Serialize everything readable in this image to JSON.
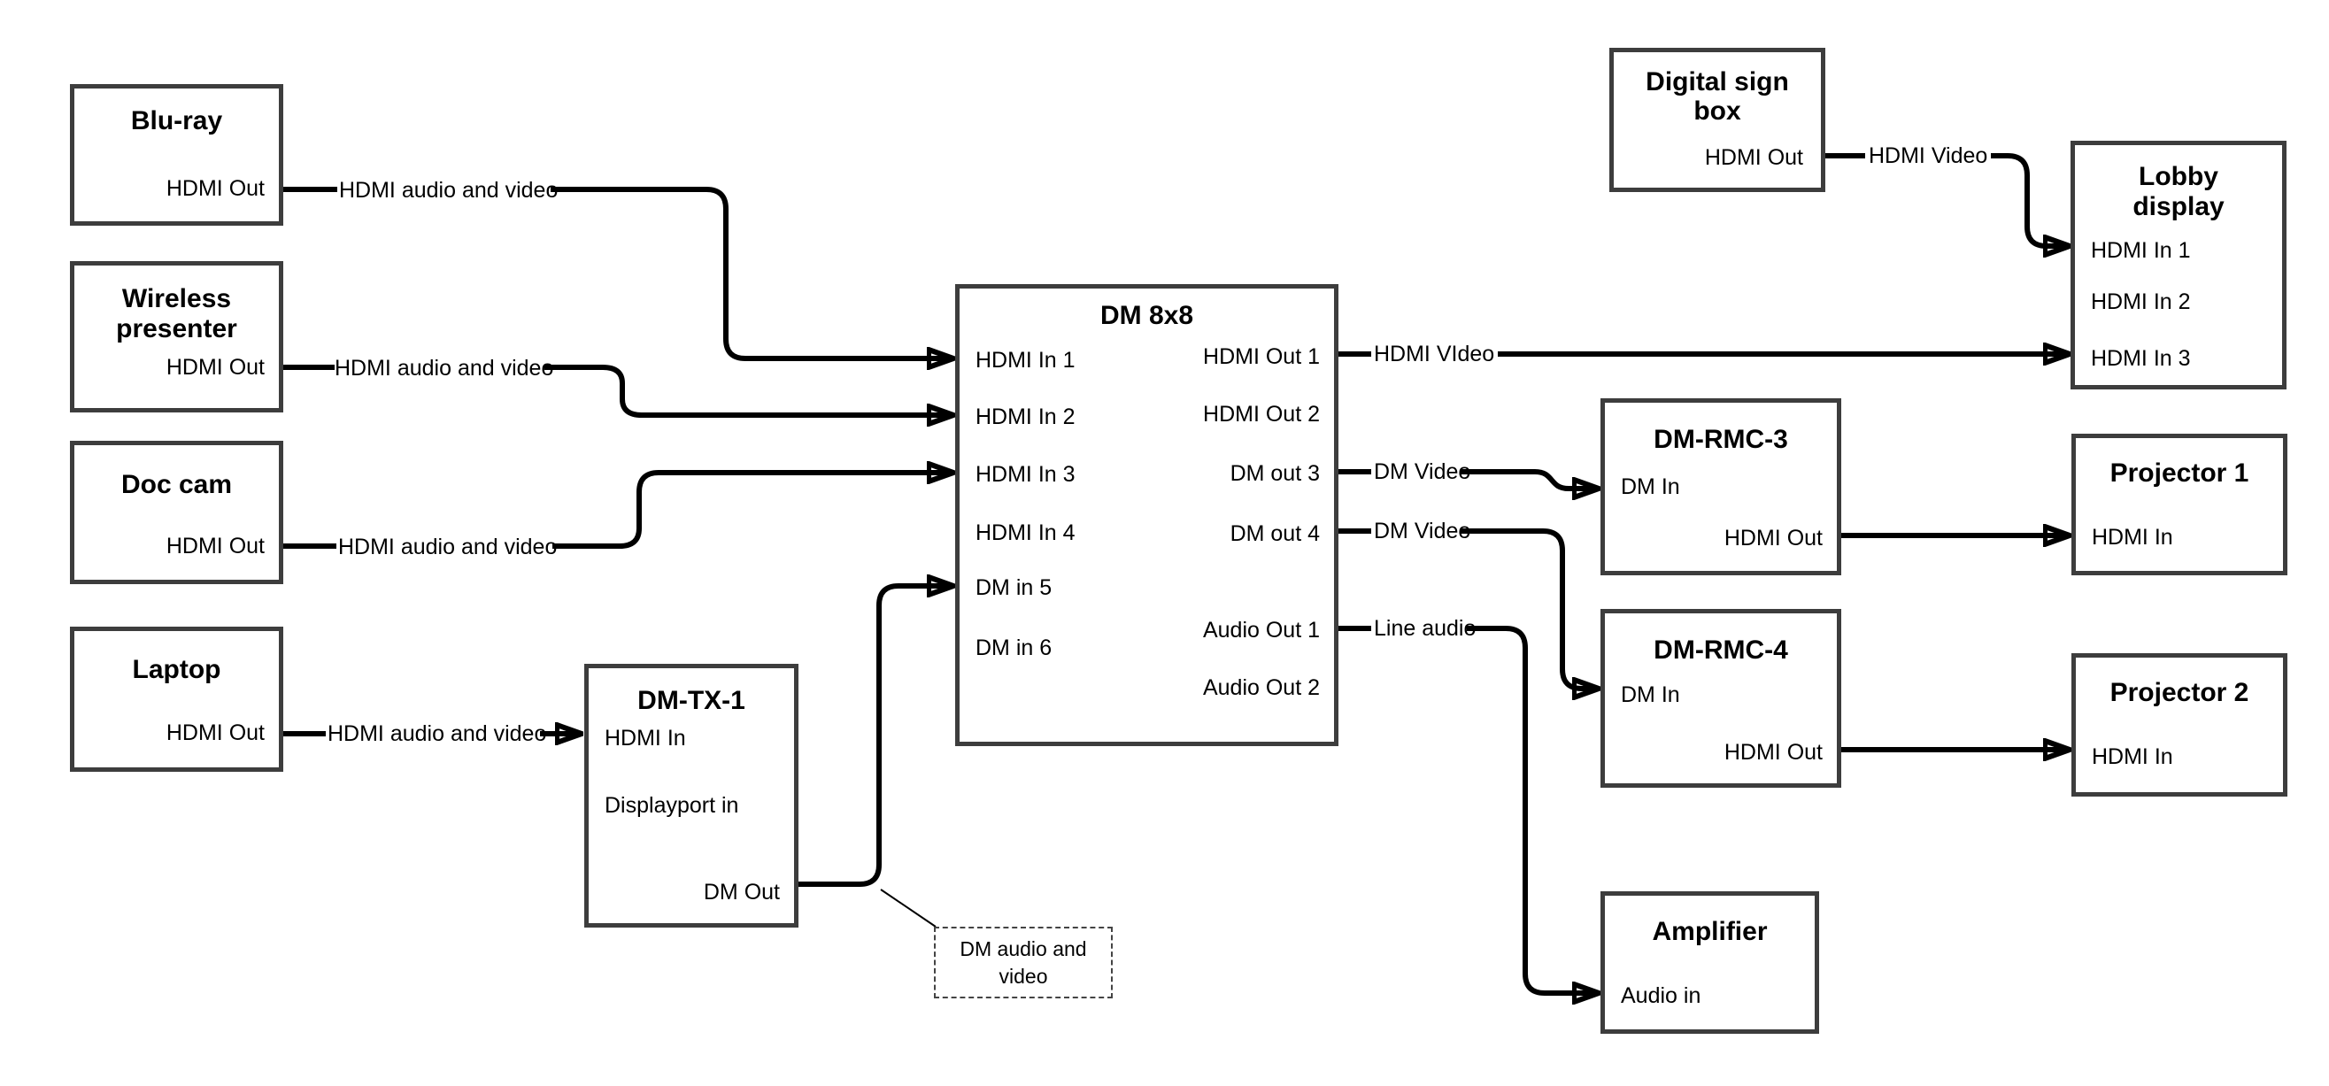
{
  "nodes": {
    "bluray": {
      "title": "Blu-ray",
      "port_hdmi_out": "HDMI Out"
    },
    "wireless": {
      "title": "Wireless\npresenter",
      "port_hdmi_out": "HDMI Out"
    },
    "doccam": {
      "title": "Doc cam",
      "port_hdmi_out": "HDMI Out"
    },
    "laptop": {
      "title": "Laptop",
      "port_hdmi_out": "HDMI Out"
    },
    "dmtx1": {
      "title": "DM-TX-1",
      "port_hdmi_in": "HDMI In",
      "port_dp_in": "Displayport in",
      "port_dm_out": "DM Out"
    },
    "dm8x8": {
      "title": "DM 8x8",
      "inputs": [
        "HDMI In 1",
        "HDMI In 2",
        "HDMI In 3",
        "HDMI In 4",
        "DM in 5",
        "DM in 6"
      ],
      "outputs": [
        "HDMI Out 1",
        "HDMI Out 2",
        "DM out 3",
        "DM out 4",
        "Audio Out 1",
        "Audio Out 2"
      ]
    },
    "digisign": {
      "title": "Digital sign\nbox",
      "port_hdmi_out": "HDMI Out"
    },
    "lobby": {
      "title": "Lobby\ndisplay",
      "inputs": [
        "HDMI In 1",
        "HDMI In 2",
        "HDMI In 3"
      ]
    },
    "dmrmc3": {
      "title": "DM-RMC-3",
      "port_dm_in": "DM In",
      "port_hdmi_out": "HDMI Out"
    },
    "proj1": {
      "title": "Projector 1",
      "port_hdmi_in": "HDMI In"
    },
    "dmrmc4": {
      "title": "DM-RMC-4",
      "port_dm_in": "DM In",
      "port_hdmi_out": "HDMI Out"
    },
    "proj2": {
      "title": "Projector 2",
      "port_hdmi_in": "HDMI In"
    },
    "amp": {
      "title": "Amplifier",
      "port_audio_in": "Audio in"
    }
  },
  "connection_labels": {
    "bluray_link": "HDMI audio and video",
    "wireless_link": "HDMI audio and video",
    "doccam_link": "HDMI audio and video",
    "laptop_link": "HDMI audio and video",
    "hdmi_out1_link": "HDMI VIdeo",
    "dm_out3_link": "DM Video",
    "dm_out4_link": "DM Video",
    "audio_out1_link": "Line audio",
    "digisign_link": "HDMI Video",
    "note": "DM audio and\nvideo"
  },
  "colors": {
    "background": "#ffffff",
    "line": "#000000",
    "box_border": "#3d3d3d",
    "text": "#000000"
  }
}
